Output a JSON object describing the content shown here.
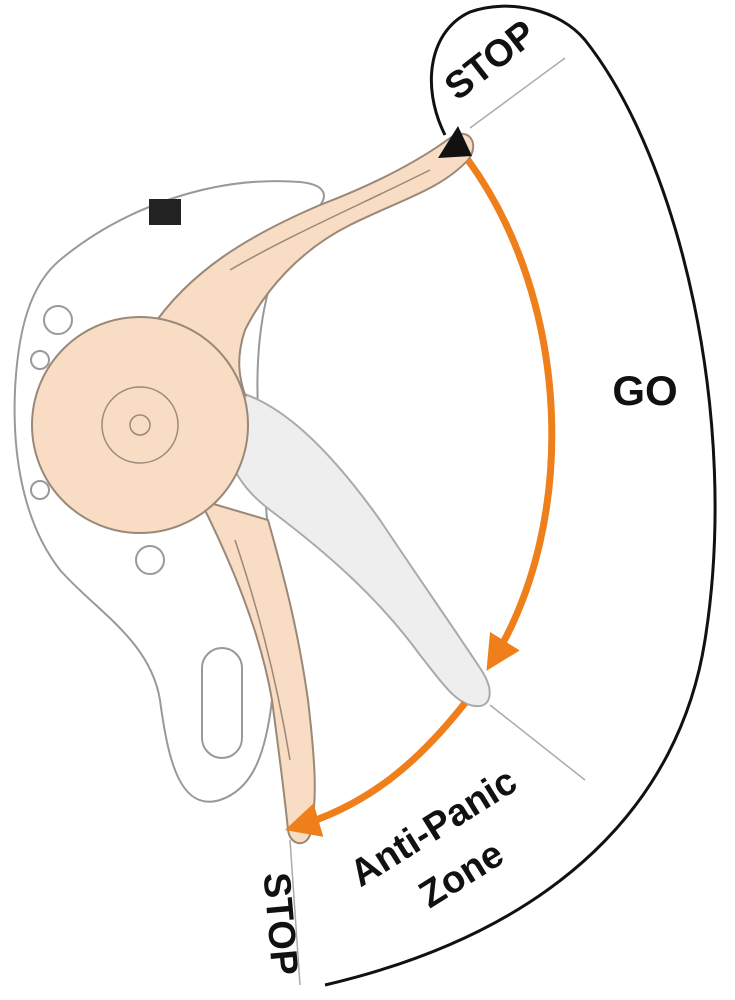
{
  "labels": {
    "stop_top": "STOP",
    "go": "GO",
    "anti_panic_line1": "Anti-Panic",
    "anti_panic_line2": "Zone",
    "stop_bottom": "STOP"
  },
  "colors": {
    "handle_fill": "#f8dcc4",
    "handle_stroke": "#9a8878",
    "arrow": "#ef7f1a",
    "outline": "#111111",
    "ghost_handle": "#eeeeee",
    "device_stroke": "#999999",
    "divider": "#aaaaaa"
  }
}
